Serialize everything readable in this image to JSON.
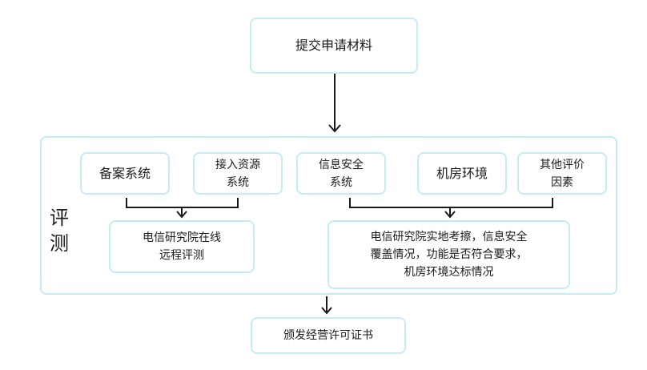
{
  "title_box": "提交申请材料",
  "section_label": "评\n测",
  "top_row": [
    "备案系统",
    "接入资源\n系统",
    "信息安全\n系统",
    "机房环境",
    "其他评价\n因素"
  ],
  "middle_row": [
    "电信研究院在线\n远程评测",
    "电信研究院实地考擦，信息安全\n覆盖情况，功能是否符合要求，\n机房环境达标情况"
  ],
  "result_box": "颁发经营许可证书",
  "colors": {
    "border": "#c6ecf2",
    "arrow": "#1a1a1a"
  }
}
